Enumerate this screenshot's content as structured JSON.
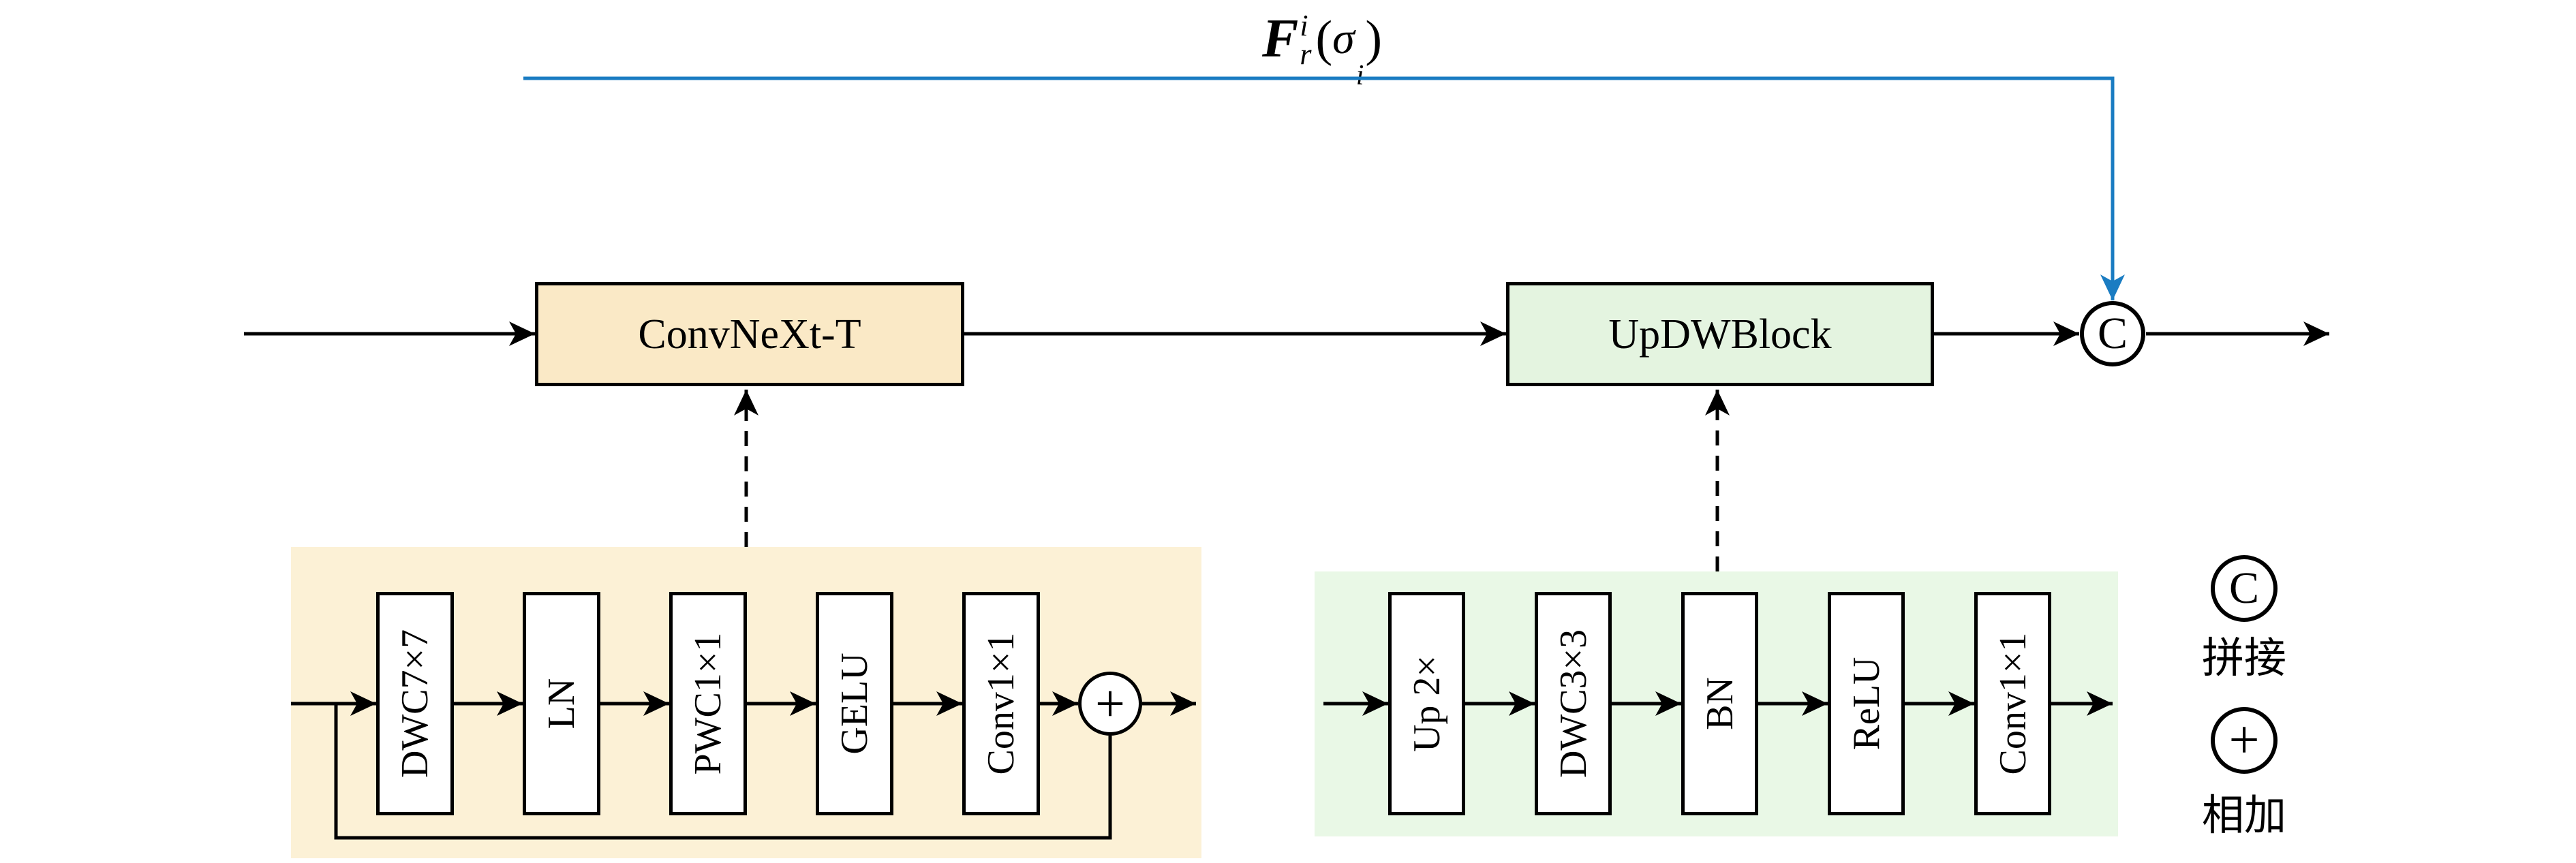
{
  "figure": {
    "skip_label": {
      "base": "F",
      "sup": "i",
      "sub": "r",
      "open_paren": "(",
      "sigma": "σ",
      "sigma_sub": "i",
      "close_paren": ")"
    },
    "blocks": {
      "encoder": "ConvNeXt-T",
      "decoder": "UpDWBlock"
    },
    "concat_symbol": "C",
    "add_symbol": "+",
    "convnext_ops": [
      "DWC7×7",
      "LN",
      "PWC1×1",
      "GELU",
      "Conv1×1"
    ],
    "updw_ops": [
      "Up 2×",
      "DWC3×3",
      "BN",
      "ReLU",
      "Conv1×1"
    ],
    "legend": [
      {
        "symbol": "C",
        "label": "拼接"
      },
      {
        "symbol": "+",
        "label": "相加"
      }
    ],
    "colors": {
      "encoder_fill": "#FAE9C6",
      "encoder_panel": "#FCF1D6",
      "decoder_fill": "#E4F4E0",
      "decoder_panel": "#E9F8E6",
      "skip_blue": "#1A7CC2",
      "line_black": "#000000"
    }
  }
}
